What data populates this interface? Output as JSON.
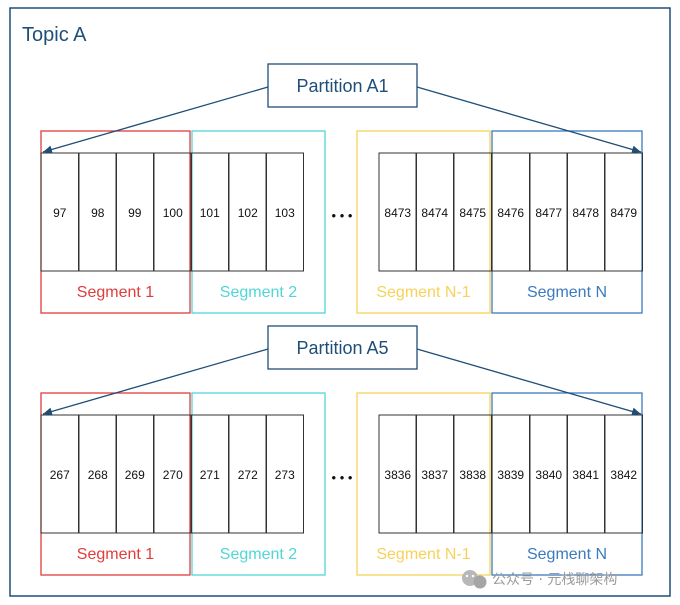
{
  "topic": {
    "title": "Topic A"
  },
  "colors": {
    "frame": "#1f4e79",
    "arrow": "#1f4e79",
    "cell_border": "#333333",
    "segment_1": "#e03c3c",
    "segment_2": "#4fd6d6",
    "segment_n_minus_1": "#f6d25a",
    "segment_n": "#3b7bbf"
  },
  "ellipsis": "• • •",
  "partitions": [
    {
      "name": "Partition A1",
      "groups": [
        {
          "cells": [
            "97",
            "98",
            "99",
            "100"
          ]
        },
        {
          "cells": [
            "101",
            "102",
            "103"
          ]
        },
        {
          "cells": [
            "8473",
            "8474",
            "8475"
          ]
        },
        {
          "cells": [
            "8476",
            "8477",
            "8478",
            "8479"
          ]
        }
      ],
      "segments": [
        {
          "label": "Segment 1",
          "color_key": "segment_1"
        },
        {
          "label": "Segment 2",
          "color_key": "segment_2"
        },
        {
          "label": "Segment N-1",
          "color_key": "segment_n_minus_1"
        },
        {
          "label": "Segment N",
          "color_key": "segment_n"
        }
      ]
    },
    {
      "name": "Partition A5",
      "groups": [
        {
          "cells": [
            "267",
            "268",
            "269",
            "270"
          ]
        },
        {
          "cells": [
            "271",
            "272",
            "273"
          ]
        },
        {
          "cells": [
            "3836",
            "3837",
            "3838"
          ]
        },
        {
          "cells": [
            "3839",
            "3840",
            "3841",
            "3842"
          ]
        }
      ],
      "segments": [
        {
          "label": "Segment 1",
          "color_key": "segment_1"
        },
        {
          "label": "Segment 2",
          "color_key": "segment_2"
        },
        {
          "label": "Segment N-1",
          "color_key": "segment_n_minus_1"
        },
        {
          "label": "Segment N",
          "color_key": "segment_n"
        }
      ]
    }
  ],
  "watermark": {
    "text": "公众号 · 元栈聊架构",
    "icon": "wechat-icon"
  }
}
